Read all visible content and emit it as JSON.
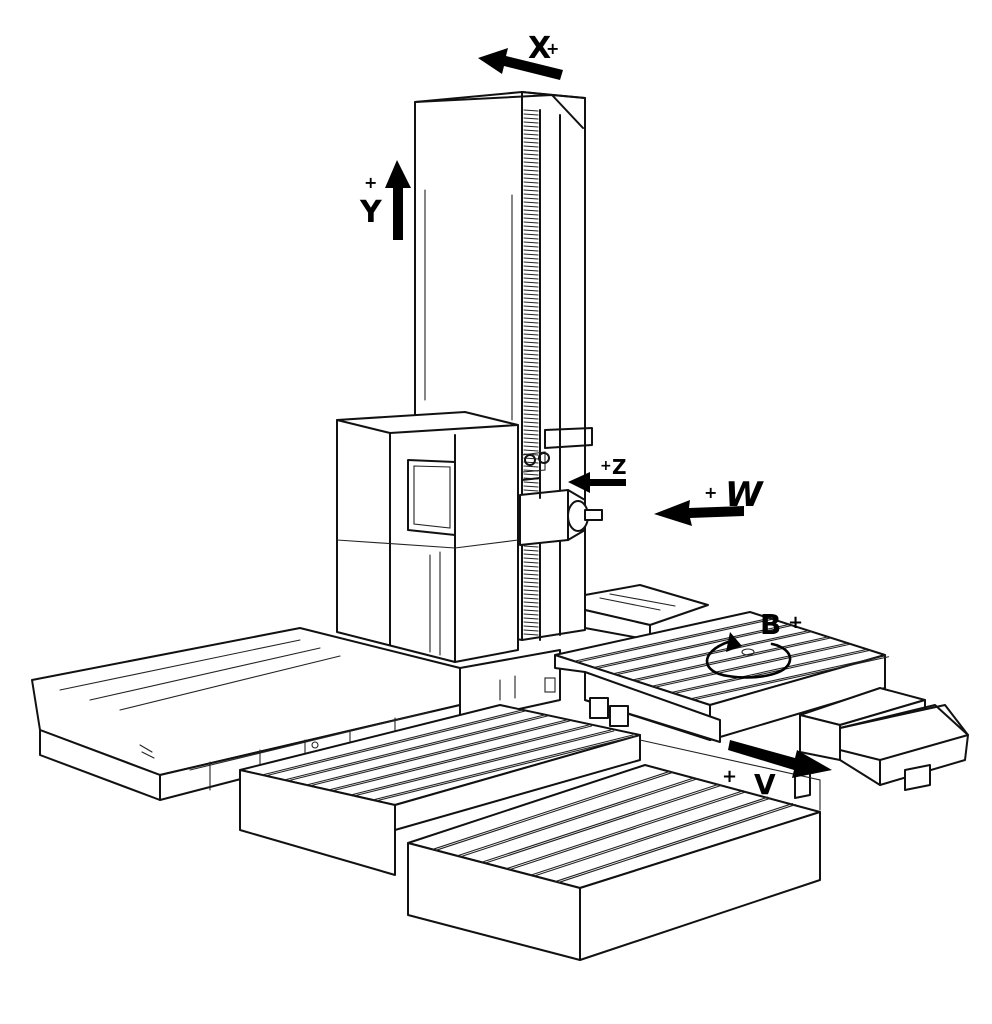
{
  "axes": {
    "x": {
      "letter": "X",
      "sign": "+"
    },
    "y": {
      "letter": "Y",
      "sign": "+"
    },
    "z": {
      "letter": "Z",
      "sign": "+"
    },
    "w": {
      "letter": "W",
      "sign": "+"
    },
    "b": {
      "letter": "B",
      "sign": "+"
    },
    "v": {
      "letter": "V",
      "sign": "+"
    }
  },
  "colors": {
    "line": "#111111",
    "background": "#ffffff",
    "arrow": "#000000"
  }
}
